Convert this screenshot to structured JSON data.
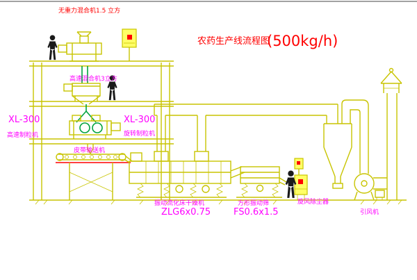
{
  "title": {
    "name": "农药生产线流程图",
    "capacity": "(500kg/h)"
  },
  "labels": {
    "top_mixer": "无重力混合机1.5 立方",
    "second_mixer": "高速混合机3立方",
    "granulator_left_model": "XL-300",
    "granulator_left_name": "高速制粒机",
    "granulator_mid_model": "XL-300",
    "granulator_mid_name": "旋转制粒机",
    "belt_conveyor": "皮带输送机",
    "dryer_name": "振动流化床干燥机",
    "dryer_model": "ZLG6x0.75",
    "sieve_name": "方形振动筛",
    "sieve_model": "FS0.6x1.5",
    "cyclone": "旋风除尘器",
    "fan": "引风机"
  },
  "colors": {
    "equipment": "#c8c400",
    "accent": "#00a33e",
    "label": "#ff00ff",
    "title_red": "#ff0000",
    "cabinet_fill": "#ffff66",
    "indicator": "#ff0000",
    "figure": "#1a1a1a",
    "background": "#ffffff"
  }
}
